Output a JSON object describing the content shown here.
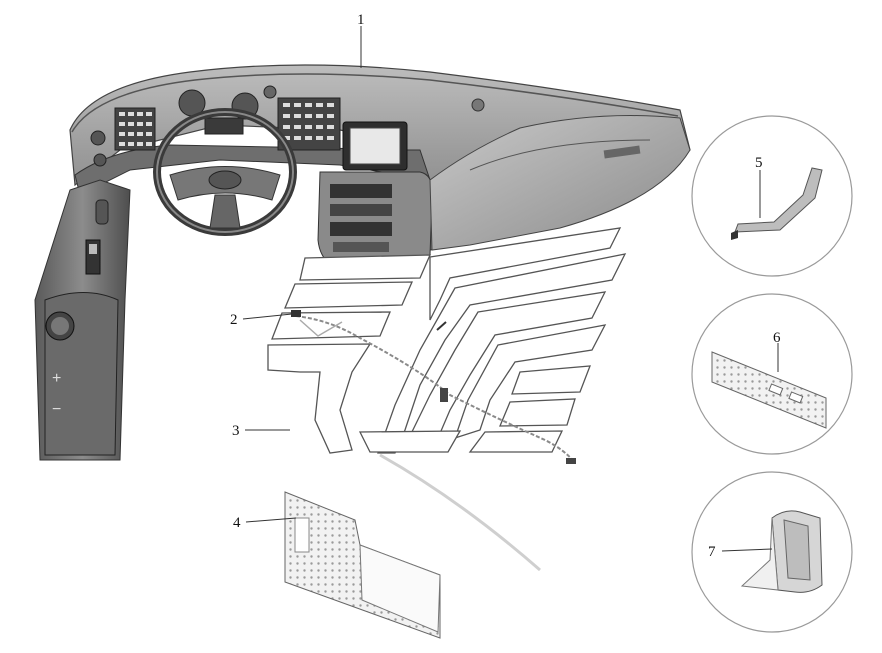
{
  "callouts": [
    "1",
    "2",
    "3",
    "4",
    "5",
    "6",
    "7"
  ],
  "inset_parts": [
    {
      "callout": "5",
      "description_icon": "trim-strip-icon"
    },
    {
      "callout": "6",
      "description_icon": "perforated-panel-icon"
    },
    {
      "callout": "7",
      "description_icon": "bracket-icon"
    }
  ]
}
